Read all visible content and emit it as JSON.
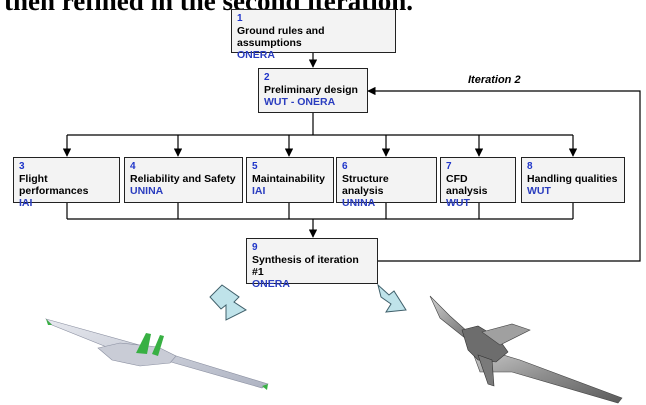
{
  "header": {
    "text": "then refined in the second iteration."
  },
  "boxes": {
    "b1": {
      "num": "1",
      "title": "Ground rules and assumptions",
      "org": "ONERA"
    },
    "b2": {
      "num": "2",
      "title": "Preliminary design",
      "org": "WUT - ONERA"
    },
    "b3": {
      "num": "3",
      "title": "Flight performances",
      "org": "IAI"
    },
    "b4": {
      "num": "4",
      "title": "Reliability and Safety",
      "org": "UNINA"
    },
    "b5": {
      "num": "5",
      "title": "Maintainability",
      "org": "IAI"
    },
    "b6": {
      "num": "6",
      "title": "Structure analysis",
      "org": "UNINA"
    },
    "b7": {
      "num": "7",
      "title": "CFD analysis",
      "org": "WUT"
    },
    "b8": {
      "num": "8",
      "title": "Handling qualities",
      "org": "WUT"
    },
    "b9": {
      "num": "9",
      "title": "Synthesis of iteration #1",
      "org": "ONERA"
    }
  },
  "iteration_label": "Iteration 2",
  "colors": {
    "number": "#1f35c9",
    "org": "#2a3dbf",
    "box_fill": "#f3f3f3",
    "line": "#000000"
  }
}
